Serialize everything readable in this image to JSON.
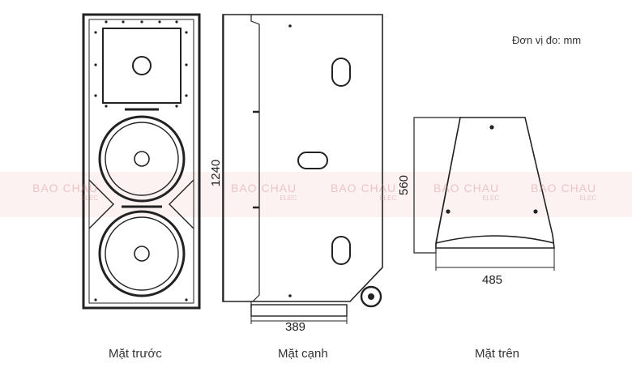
{
  "unit_note": "Đơn vị đo: mm",
  "views": {
    "front": "Mặt trước",
    "side": "Mặt cạnh",
    "top": "Mặt trên"
  },
  "dimensions": {
    "height": "1240",
    "side_depth": "389",
    "top_height": "560",
    "top_width": "485"
  },
  "watermark": {
    "brand": "BAO CHAU",
    "sub": "ELEC"
  },
  "colors": {
    "line": "#222222",
    "watermark_band": "#f6dede"
  }
}
